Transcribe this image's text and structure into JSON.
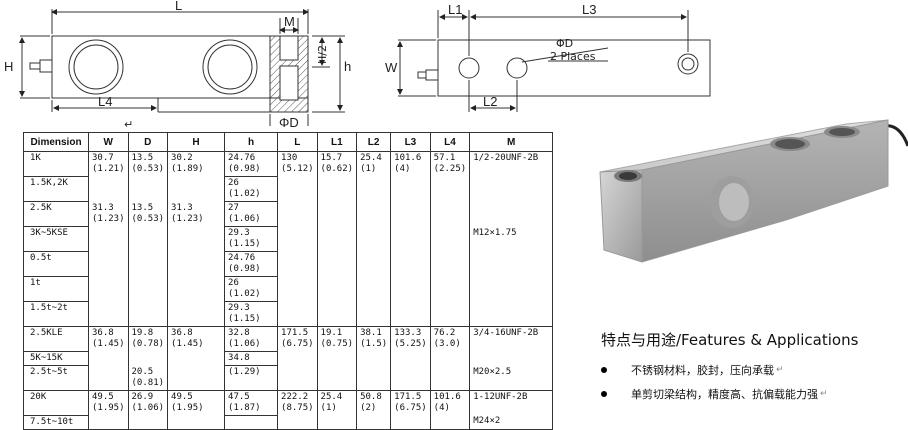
{
  "drawing_left": {
    "labels": {
      "L": "L",
      "M": "M",
      "H": "H",
      "H2": "H/2",
      "h": "h",
      "L4": "L4",
      "PhiD": "ΦD"
    }
  },
  "drawing_right": {
    "labels": {
      "L1": "L1",
      "L3": "L3",
      "W": "W",
      "L2": "L2",
      "PhiD": "ΦD",
      "places": "2 Places"
    }
  },
  "return_mark": "↵",
  "table": {
    "headers": [
      "Dimension",
      "W",
      "D",
      "H",
      "h",
      "L",
      "L1",
      "L2",
      "L3",
      "L4",
      "M"
    ],
    "rows": [
      [
        "1K",
        "30.7\n(1.21)",
        "13.5\n(0.53)",
        "30.2\n(1.89)",
        "24.76\n(0.98)",
        "130\n(5.12)",
        "15.7\n(0.62)",
        "25.4\n(1)",
        "101.6\n(4)",
        "57.1\n(2.25)",
        "1/2-20UNF-2B"
      ],
      [
        "1.5K,2K",
        "",
        "",
        "",
        "26\n(1.02)",
        "",
        "",
        "",
        "",
        "",
        ""
      ],
      [
        "2.5K",
        "31.3\n(1.23)",
        "13.5\n(0.53)",
        "31.3\n(1.23)",
        "27\n(1.06)",
        "",
        "",
        "",
        "",
        "",
        ""
      ],
      [
        "3K~5KSE",
        "",
        "",
        "",
        "29.3\n(1.15)",
        "",
        "",
        "",
        "",
        "",
        "M12×1.75"
      ],
      [
        "0.5t",
        "",
        "",
        "",
        "24.76\n(0.98)",
        "",
        "",
        "",
        "",
        "",
        ""
      ],
      [
        "1t",
        "",
        "",
        "",
        "26\n(1.02)",
        "",
        "",
        "",
        "",
        "",
        ""
      ],
      [
        "1.5t~2t",
        "",
        "",
        "",
        "29.3\n(1.15)",
        "",
        "",
        "",
        "",
        "",
        ""
      ],
      [
        "2.5KLE",
        "36.8\n(1.45)",
        "19.8\n(0.78)",
        "36.8\n(1.45)",
        "32.8\n(1.06)",
        "171.5\n(6.75)",
        "19.1\n(0.75)",
        "38.1\n(1.5)",
        "133.3\n(5.25)",
        "76.2\n(3.0)",
        "3/4-16UNF-2B"
      ],
      [
        "5K~15K",
        "",
        "",
        "",
        "34.8",
        "",
        "",
        "",
        "",
        "",
        ""
      ],
      [
        "2.5t~5t",
        "",
        "20.5\n(0.81)",
        "",
        "(1.29)",
        "",
        "",
        "",
        "",
        "",
        "M20×2.5"
      ],
      [
        "20K",
        "49.5\n(1.95)",
        "26.9\n(1.06)",
        "49.5\n(1.95)",
        "47.5\n(1.87)",
        "222.2\n(8.75)",
        "25.4\n(1)",
        "50.8\n(2)",
        "171.5\n(6.75)",
        "101.6\n(4)",
        "1-12UNF-2B"
      ],
      [
        "7.5t~10t",
        "",
        "",
        "",
        "",
        "",
        "",
        "",
        "",
        "",
        "M24×2"
      ]
    ]
  },
  "features": {
    "title": "特点与用途/Features & Applications",
    "items": [
      "不锈钢材料，胶封，压向承载",
      "单剪切梁结构，精度高、抗偏载能力强"
    ]
  }
}
